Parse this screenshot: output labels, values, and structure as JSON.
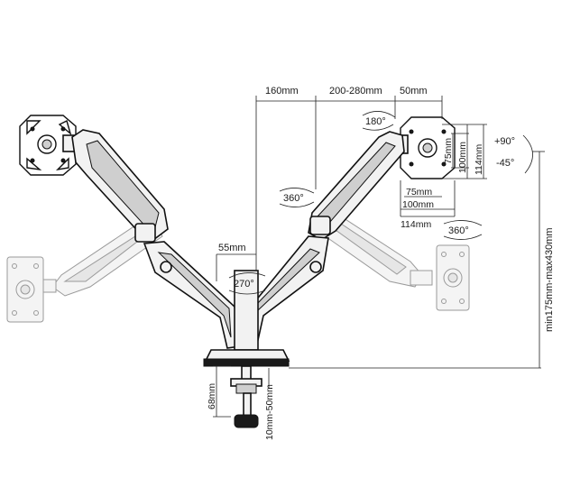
{
  "labels": {
    "width_160": "160mm",
    "span_200_280": "200-280mm",
    "width_50": "50mm",
    "rot_180": "180°",
    "rot_360_mid": "360°",
    "rot_360_right": "360°",
    "rot_270": "270°",
    "depth_55": "55mm",
    "tilt_up": "+90°",
    "tilt_down": "-45°",
    "vesa_75_v": "75mm",
    "vesa_100_v": "100mm",
    "vesa_114_v": "114mm",
    "vesa_75_h": "75mm",
    "vesa_100_h": "100mm",
    "vesa_114_h": "114mm",
    "height_range": "min175mm-max430mm",
    "clamp_height": "68mm",
    "clamp_range": "10mm-50mm"
  },
  "colors": {
    "line": "#111111",
    "ghost": "#9a9a9a",
    "fill": "#f2f2f2"
  }
}
